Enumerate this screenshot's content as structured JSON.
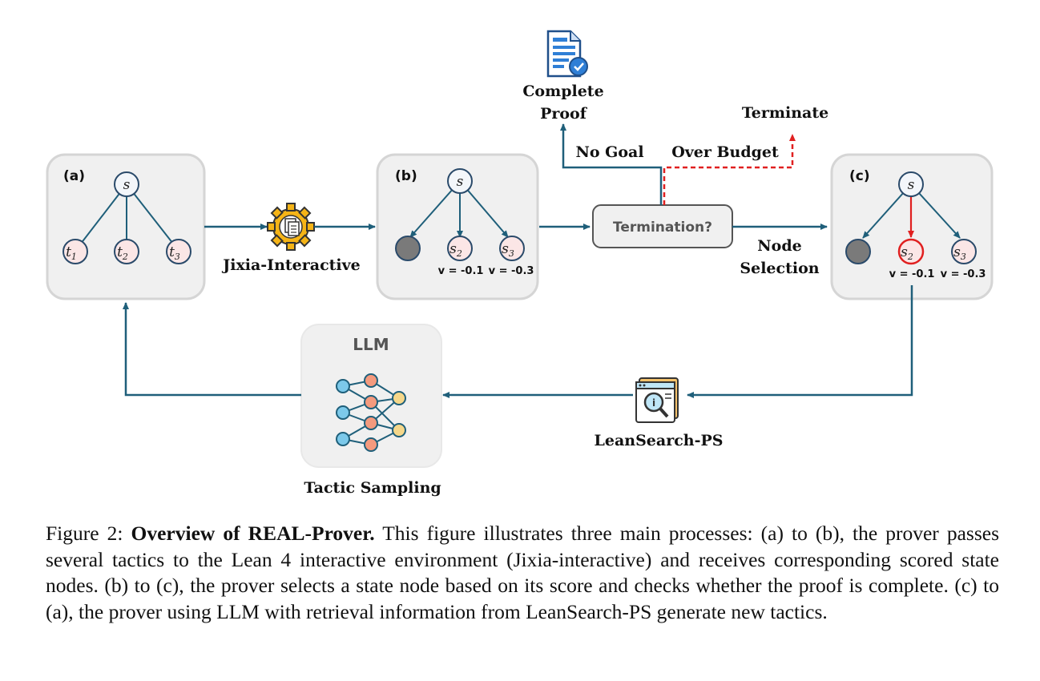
{
  "panels": {
    "a": {
      "tag": "(a)",
      "root": "s",
      "children": [
        {
          "base": "t",
          "sub": "1"
        },
        {
          "base": "t",
          "sub": "2"
        },
        {
          "base": "t",
          "sub": "3"
        }
      ]
    },
    "b": {
      "tag": "(b)",
      "root": "s",
      "children": [
        {
          "base": "s",
          "sub": "2",
          "v": "v = -0.1"
        },
        {
          "base": "s",
          "sub": "3",
          "v": "v = -0.3"
        }
      ]
    },
    "c": {
      "tag": "(c)",
      "root": "s",
      "children": [
        {
          "base": "s",
          "sub": "2",
          "v": "v = -0.1"
        },
        {
          "base": "s",
          "sub": "3",
          "v": "v = -0.3"
        }
      ]
    }
  },
  "labels": {
    "jixia": "Jixia-Interactive",
    "complete_proof_line1": "Complete",
    "complete_proof_line2": "Proof",
    "terminate": "Terminate",
    "no_goal": "No Goal",
    "over_budget": "Over Budget",
    "termination": "Termination?",
    "node_selection_line1": "Node",
    "node_selection_line2": "Selection",
    "llm": "LLM",
    "tactic_sampling": "Tactic Sampling",
    "leansearch": "LeanSearch-PS"
  },
  "caption": {
    "figure_label": "Figure 2:",
    "title": "Overview of REAL-Prover.",
    "body": "This figure illustrates three main processes: (a) to (b), the prover passes several tactics to the Lean 4 interactive environment (Jixia-interactive) and receives corresponding scored state nodes. (b) to (c), the prover selects a state node based on its score and checks whether the proof is complete. (c) to (a), the prover using LLM with retrieval information from LeanSearch-PS generate new tactics."
  },
  "colors": {
    "arrow": "#1f5f7a",
    "dashed": "#e02020",
    "panel_fill": "#f0f0f0",
    "panel_stroke": "#d5d5d5",
    "node_fill": "#fbe6e6",
    "node_stroke": "#2a4a6a",
    "selected_stroke": "#e02020",
    "pruned_fill": "#7a7a7a"
  },
  "icons": [
    "gear-document-icon",
    "document-check-icon",
    "neural-network-icon",
    "search-window-icon"
  ]
}
